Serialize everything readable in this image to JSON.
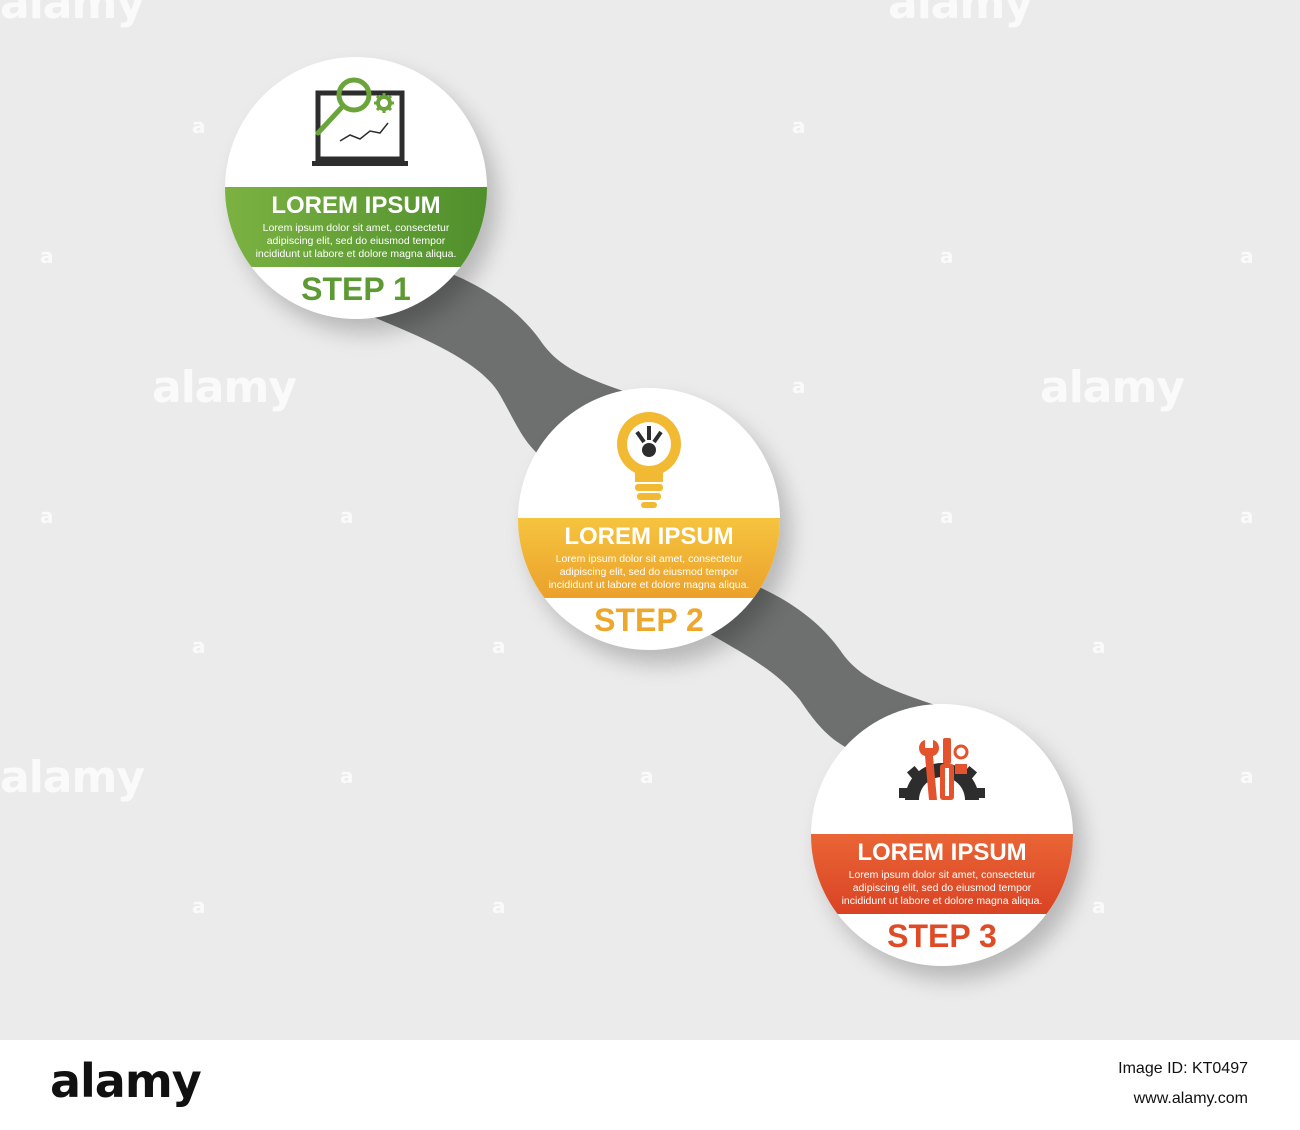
{
  "colors": {
    "background": "#ebebeb",
    "connector": "#6e7070",
    "step1": "#6aa43a",
    "step1_gradient_end": "#4f8f2c",
    "step2": "#f2b933",
    "step2_gradient_end": "#e89a2a",
    "step3": "#e5532e",
    "step3_gradient_end": "#d0401f",
    "icon_dark": "#2d2d2d"
  },
  "steps": [
    {
      "heading": "LOREM IPSUM",
      "body": "Lorem ipsum dolor sit amet, consectetur adipiscing elit, sed do eiusmod tempor incididunt ut labore et dolore magna aliqua.",
      "label": "STEP 1",
      "icon": "magnifier-gear-laptop-icon"
    },
    {
      "heading": "LOREM IPSUM",
      "body": "Lorem ipsum dolor sit amet, consectetur adipiscing elit, sed do eiusmod tempor incididunt ut labore et dolore magna aliqua.",
      "label": "STEP 2",
      "icon": "lightbulb-icon"
    },
    {
      "heading": "LOREM IPSUM",
      "body": "Lorem ipsum dolor sit amet, consectetur adipiscing elit, sed do eiusmod tempor incididunt ut labore et dolore magna aliqua.",
      "label": "STEP 3",
      "icon": "tools-gear-icon"
    }
  ],
  "watermark": {
    "text": "alamy",
    "small": "a"
  },
  "footer": {
    "logo": "alamy",
    "image_id": "Image ID: KT0497",
    "site": "www.alamy.com"
  }
}
